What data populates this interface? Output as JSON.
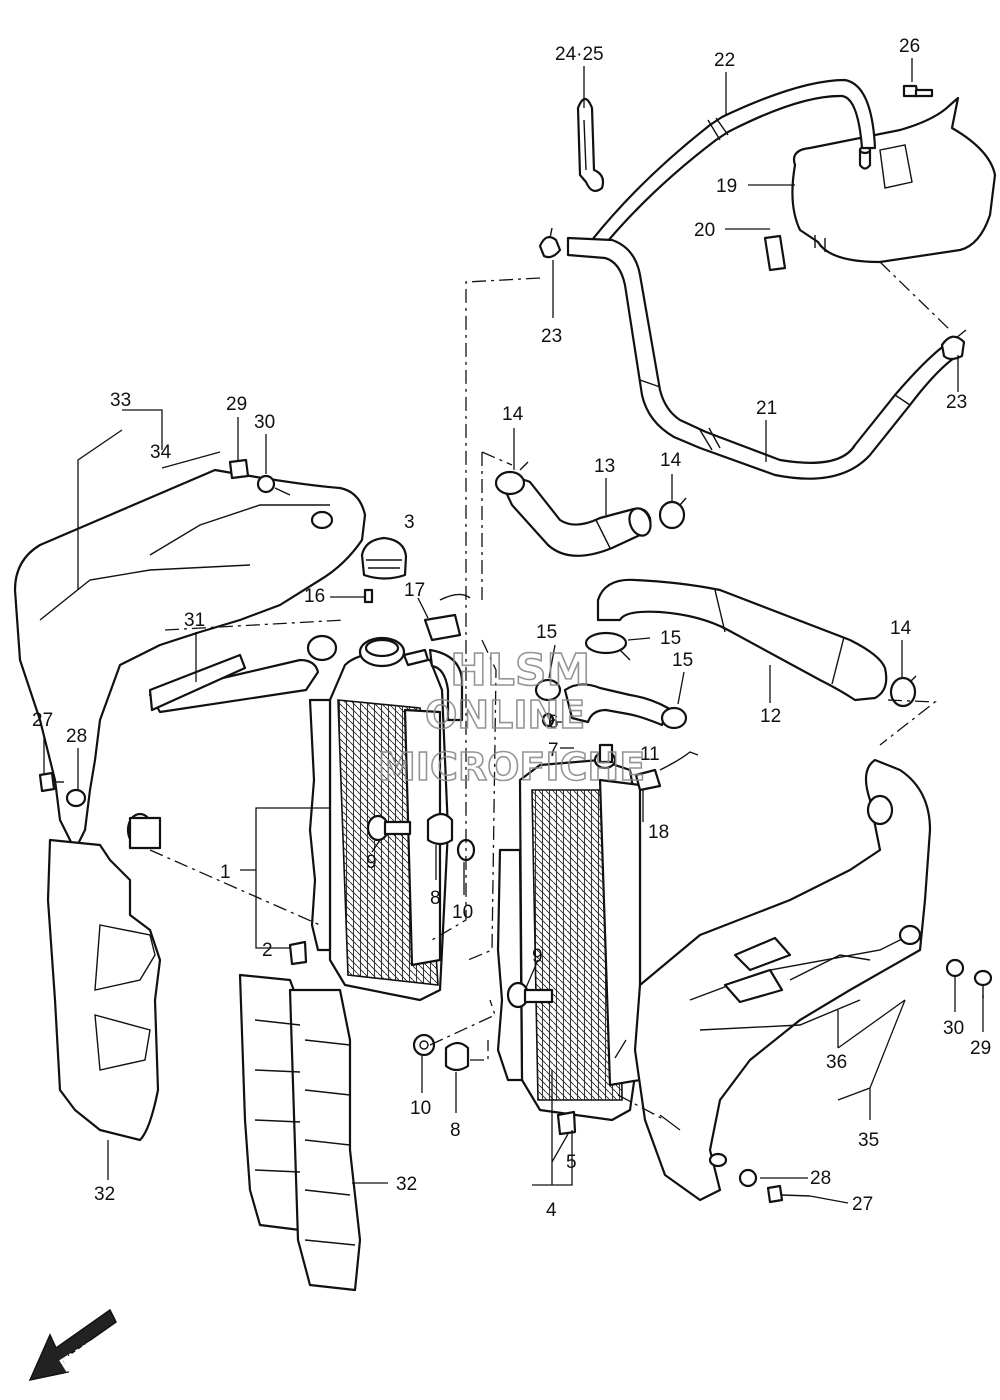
{
  "labels": {
    "l1": "1",
    "l2": "2",
    "l3": "3",
    "l4": "4",
    "l5": "5",
    "l6": "6",
    "l7": "7",
    "l8a": "8",
    "l8b": "8",
    "l9a": "9",
    "l9b": "9",
    "l10a": "10",
    "l10b": "10",
    "l11": "11",
    "l12": "12",
    "l13": "13",
    "l14a": "14",
    "l14b": "14",
    "l14c": "14",
    "l15a": "15",
    "l15b": "15",
    "l15c": "15",
    "l16": "16",
    "l17": "17",
    "l18": "18",
    "l19": "19",
    "l20": "20",
    "l21": "21",
    "l22": "22",
    "l23a": "23",
    "l23b": "23",
    "l2425": "24·25",
    "l26": "26",
    "l27a": "27",
    "l27b": "27",
    "l28a": "28",
    "l28b": "28",
    "l29a": "29",
    "l29b": "29",
    "l30a": "30",
    "l30b": "30",
    "l31": "31",
    "l32a": "32",
    "l32b": "32",
    "l33": "33",
    "l34": "34",
    "l35": "35",
    "l36": "36"
  },
  "watermark": {
    "line1": "HLSM",
    "line2": "ONLINE",
    "line3": "MICROFICHE"
  },
  "badge": {
    "fwd": "FWD"
  }
}
